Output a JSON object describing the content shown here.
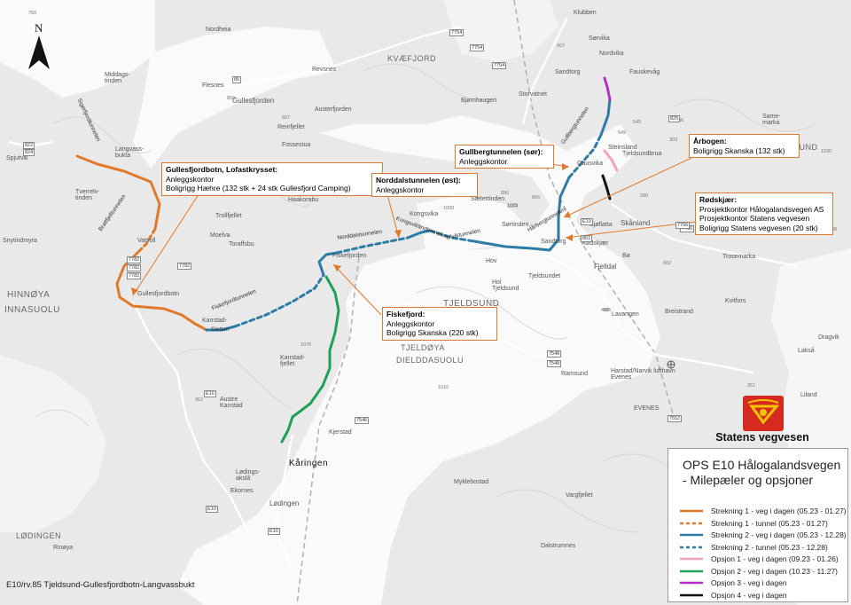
{
  "place_labels": [
    {
      "text": "Nordheia",
      "size": 7
    },
    {
      "text": "Middags-\ntinden",
      "size": 7
    },
    {
      "text": "Flesnes",
      "size": 7
    },
    {
      "text": "Revsnes",
      "size": 7
    },
    {
      "text": "KVÆFJORD",
      "size": 9
    },
    {
      "text": "Gullesfjorden",
      "size": 8
    },
    {
      "text": "Reinfjellet",
      "size": 7
    },
    {
      "text": "Fossestua",
      "size": 7
    },
    {
      "text": "Austerfjorden",
      "size": 7
    },
    {
      "text": "Langvass-\nbukta",
      "size": 7
    },
    {
      "text": "Spjutvik",
      "size": 7
    },
    {
      "text": "Tverrelv-\ntinden",
      "size": 7
    },
    {
      "text": "Trollfjellet",
      "size": 7
    },
    {
      "text": "Moelva",
      "size": 7
    },
    {
      "text": "Toraffsbu",
      "size": 7
    },
    {
      "text": "Haakorabu",
      "size": 7
    },
    {
      "text": "Vatvoll",
      "size": 7
    },
    {
      "text": "Snytindmyra",
      "size": 7
    },
    {
      "text": "Gullesfjordbotn",
      "size": 7
    },
    {
      "text": "HINNØYA",
      "size": 10
    },
    {
      "text": "INNASUOLU",
      "size": 10
    },
    {
      "text": "Kanstad-",
      "size": 7
    },
    {
      "text": "Kanstad-\nfjellet",
      "size": 7
    },
    {
      "text": "Austre\nKanstad",
      "size": 7
    },
    {
      "text": "Hov",
      "size": 7
    },
    {
      "text": "Hol\nTjeldsund",
      "size": 7
    },
    {
      "text": "TJELDSUND",
      "size": 10
    },
    {
      "text": "TJELDØYA",
      "size": 9
    },
    {
      "text": "DIELDDASUOLU",
      "size": 9
    },
    {
      "text": "Kjerstad",
      "size": 7
    },
    {
      "text": "Kåringen",
      "size": 10
    },
    {
      "text": "Lødings-\nakslå",
      "size": 7
    },
    {
      "text": "Lødingen",
      "size": 8
    },
    {
      "text": "Ekornes",
      "size": 7
    },
    {
      "text": "LØDINGEN",
      "size": 9
    },
    {
      "text": "Rinøya",
      "size": 7
    },
    {
      "text": "Myklebostad",
      "size": 7
    },
    {
      "text": "Vargfjellet",
      "size": 7
    },
    {
      "text": "Dalstrumnes",
      "size": 7
    },
    {
      "text": "Ramsund",
      "size": 7
    },
    {
      "text": "Harstad/Narvik lufthavn\nEvenes",
      "size": 7
    },
    {
      "text": "EVENES",
      "size": 7
    },
    {
      "text": "Liland",
      "size": 7
    },
    {
      "text": "Lakså",
      "size": 7
    },
    {
      "text": "Dragvik",
      "size": 7
    },
    {
      "text": "Lavangen",
      "size": 7
    },
    {
      "text": "Breistrand",
      "size": 7
    },
    {
      "text": "Kvitfors",
      "size": 7
    },
    {
      "text": "Trosemarka",
      "size": 7
    },
    {
      "text": "Skånland",
      "size": 8
    },
    {
      "text": "Fjelldal",
      "size": 8
    },
    {
      "text": "Bø",
      "size": 7
    },
    {
      "text": "Rødskjær",
      "size": 7
    },
    {
      "text": "Steinsland",
      "size": 7
    },
    {
      "text": "Gausvika",
      "size": 7
    },
    {
      "text": "Tjeldsundbrua",
      "size": 7
    },
    {
      "text": "TJELDSUND",
      "size": 9
    },
    {
      "text": "Sørvika",
      "size": 7
    },
    {
      "text": "Nordvika",
      "size": 7
    },
    {
      "text": "Klubben",
      "size": 7
    },
    {
      "text": "Sandtorg",
      "size": 7
    },
    {
      "text": "Fauskevåg",
      "size": 7
    },
    {
      "text": "Storvatnet",
      "size": 7
    },
    {
      "text": "Bjørnhaugen",
      "size": 7
    },
    {
      "text": "Sætertinden",
      "size": 7
    },
    {
      "text": "Sandtorg",
      "size": 7
    },
    {
      "text": "Tjeldsundet",
      "size": 7
    },
    {
      "text": "Kongsvika",
      "size": 7
    },
    {
      "text": "Fiskefjorden",
      "size": 7
    },
    {
      "text": "Sjøflatta",
      "size": 7
    },
    {
      "text": "Sørtinden",
      "size": 7
    },
    {
      "text": "Same-\nmarka",
      "size": 7
    }
  ],
  "route_labels": [
    {
      "text": "Sigerfjordtunnelen"
    },
    {
      "text": "Brattfjelltunnelen"
    },
    {
      "text": "Fiskefjordtunnelen"
    },
    {
      "text": "Norddalstunnelen"
    },
    {
      "text": "Kongsviktindtunnelen"
    },
    {
      "text": "Ulviktunnelen"
    },
    {
      "text": "Gullbergtunnelen"
    },
    {
      "text": "Hårbergtunnelen"
    },
    {
      "text": "Sletten"
    }
  ],
  "callouts": [
    {
      "title": "Gullesfjordbotn, Lofastkrysset:",
      "lines": [
        "Anleggskontor",
        "Boligrigg Hæhre (132 stk + 24 stk Gullesfjord Camping)"
      ]
    },
    {
      "title": "Norddalstunnelen (øst):",
      "lines": [
        "Anleggskontor"
      ]
    },
    {
      "title": "Gullbergtunnelen (sør):",
      "lines": [
        "Anleggskontor"
      ]
    },
    {
      "title": "Årbogen:",
      "lines": [
        "Boligrigg Skanska (132 stk)"
      ]
    },
    {
      "title": "Rødskjær:",
      "lines": [
        "Prosjektkontor Hålogalandsvegen AS",
        "Prosjektkontor Statens vegvesen",
        "Boligrigg Statens vegvesen (20 stk)"
      ]
    },
    {
      "title": "Fiskefjord:",
      "lines": [
        "Anleggskontor",
        "Boligrigg Skanska (220 stk)"
      ]
    }
  ],
  "legend": {
    "title": "OPS E10 Hålogalandsvegen - Milepæler og opsjoner",
    "items": [
      {
        "label": "Strekning 1 - veg i dagen (05.23 - 01.27)",
        "color": "#e0792a",
        "dashed": false
      },
      {
        "label": "Strekning 1 - tunnel (05.23 - 01.27)",
        "color": "#e0792a",
        "dashed": true
      },
      {
        "label": "Strekning 2 - veg i dagen (05.23 - 12.28)",
        "color": "#2d7ca6",
        "dashed": false
      },
      {
        "label": "Strekning 2 - tunnel (05.23 - 12.28)",
        "color": "#2d7ca6",
        "dashed": true
      },
      {
        "label": "Opsjon 1 - veg i dagen (09.23 - 01.26)",
        "color": "#f2a2c0",
        "dashed": false
      },
      {
        "label": "Opsjon 2 - veg i dagen (10.23 - 11.27)",
        "color": "#1fa057",
        "dashed": false
      },
      {
        "label": "Opsjon 3 - veg i dagen",
        "color": "#b52ecb",
        "dashed": false
      },
      {
        "label": "Opsjon 4 - veg i dagen",
        "color": "#111111",
        "dashed": false
      }
    ]
  },
  "logo": {
    "text": "Statens vegvesen",
    "color": "#d42a20"
  },
  "north": {
    "letter": "N"
  },
  "footer": "E10/rv.85 Tjeldsund-Gullesfjordbotn-Langvassbukt",
  "road_numbers": [
    "7754",
    "7754",
    "7754",
    "825",
    "7756",
    "7756",
    "7548",
    "7548",
    "7546",
    "7552",
    "851",
    "E10",
    "E10",
    "E10",
    "E10",
    "85",
    "85",
    "7782",
    "7782",
    "7782",
    "7782",
    "824",
    "822"
  ],
  "elevations": [
    "766",
    "607",
    "859",
    "607",
    "1000",
    "1004",
    "866",
    "1005",
    "890",
    "498",
    "1076",
    "1010",
    "952",
    "1030",
    "1083",
    "1308",
    "506",
    "549",
    "1030",
    "682",
    "496",
    "351",
    "545",
    "303",
    "290"
  ]
}
